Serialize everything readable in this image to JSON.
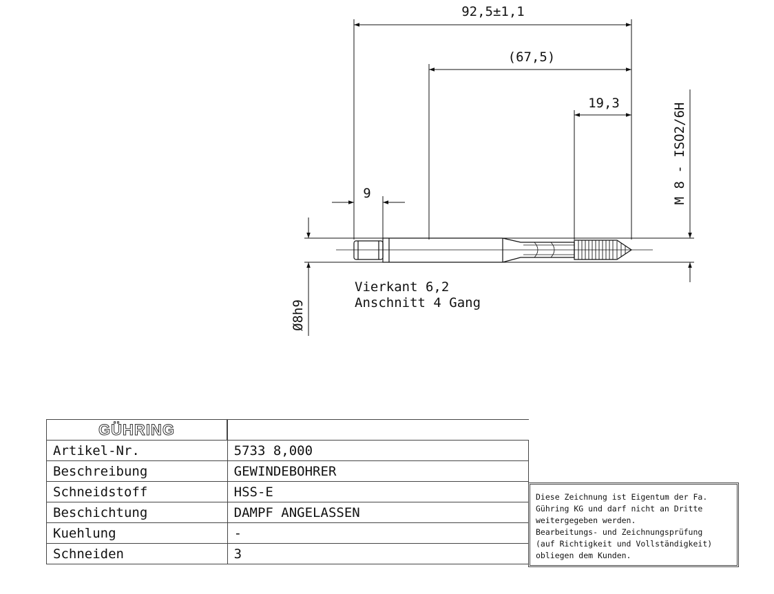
{
  "drawing": {
    "dim_overall": "92,5±1,1",
    "dim_shank": "(67,5)",
    "dim_thread": "19,3",
    "dim_square": "9",
    "dim_diameter": "Ø8h9",
    "thread_spec": "M 8 - ISO2/6H",
    "note_line1": "Vierkant 6,2",
    "note_line2": "Anschnitt 4 Gang"
  },
  "table": {
    "logo": "GÜHRING",
    "rows": [
      {
        "label": "Artikel-Nr.",
        "value": "5733 8,000"
      },
      {
        "label": "Beschreibung",
        "value": "GEWINDEBOHRER"
      },
      {
        "label": "Schneidstoff",
        "value": "HSS-E"
      },
      {
        "label": "Beschichtung",
        "value": "DAMPF ANGELASSEN"
      },
      {
        "label": "Kuehlung",
        "value": "-"
      },
      {
        "label": "Schneiden",
        "value": "3"
      }
    ]
  },
  "notice": {
    "lines": [
      "Diese Zeichnung ist Eigentum der Fa.",
      "Gühring KG und darf nicht an Dritte",
      "weitergegeben werden.",
      "Bearbeitungs- und Zeichnungsprüfung",
      "(auf Richtigkeit und Vollständigkeit)",
      "obliegen dem Kunden."
    ]
  }
}
